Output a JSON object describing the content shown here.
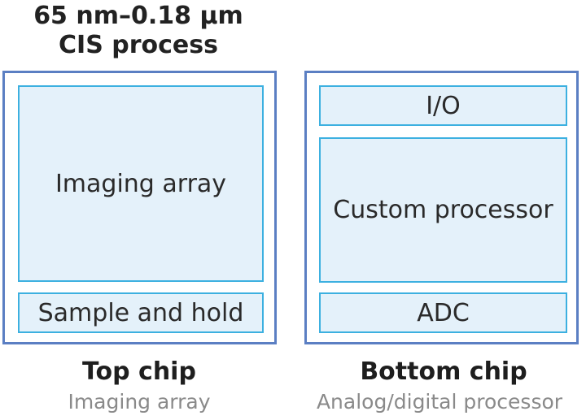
{
  "title": {
    "line1": "65 nm–0.18 µm",
    "line2": "CIS process"
  },
  "top_chip": {
    "blocks": {
      "imaging_array": "Imaging array",
      "sample_and_hold": "Sample and hold"
    },
    "name": "Top chip",
    "subtitle": "Imaging array"
  },
  "bottom_chip": {
    "blocks": {
      "io": "I/O",
      "custom_processor": "Custom processor",
      "adc": "ADC"
    },
    "name": "Bottom chip",
    "subtitle": "Analog/digital processor"
  },
  "colors": {
    "chip_border": "#5b7fc3",
    "block_border": "#3cb0e0",
    "block_fill": "#e4f1fa",
    "subtitle_text": "#8a8a8a"
  }
}
